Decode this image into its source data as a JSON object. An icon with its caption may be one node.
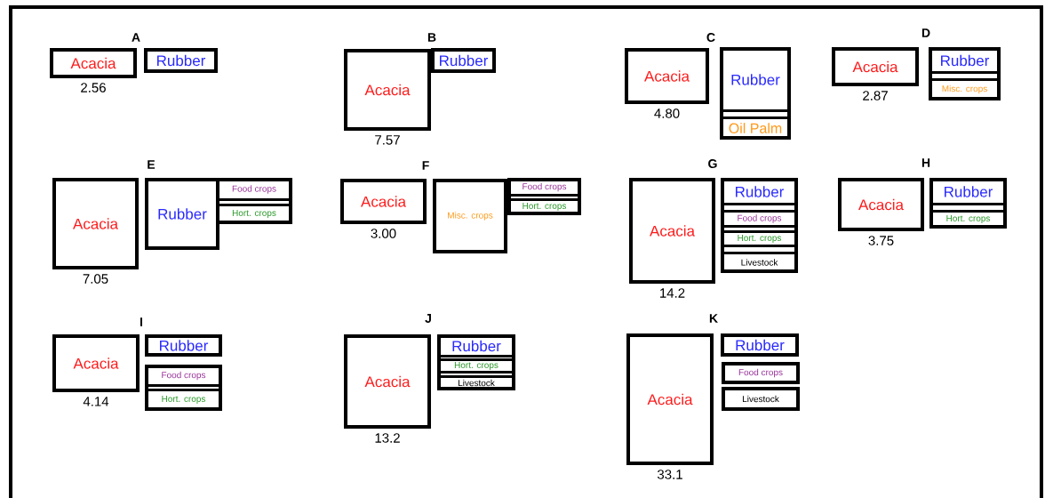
{
  "diagram": {
    "nodes": [
      {
        "text": [
          "Acacia"
        ],
        "beside": [
          "2.56"
        ]
      },
      {
        "text": [
          "Rubber"
        ]
      },
      {
        "text": [
          "Acacia"
        ],
        "beside": [
          "7.57"
        ]
      },
      {
        "text": [
          "Rubber"
        ]
      },
      {
        "text": [
          "Acacia"
        ],
        "beside": [
          "4.80"
        ]
      },
      {
        "text": [],
        "shape": "box"
      },
      {
        "text": [
          "Rubber"
        ],
        "in": 5
      },
      {
        "text": [
          "Oil Palm"
        ],
        "in": 5
      },
      {
        "text": [
          "Acacia"
        ],
        "beside": [
          "2.87"
        ]
      },
      {
        "text": [],
        "shape": "box"
      },
      {
        "text": [
          "Rubber"
        ],
        "in": 9
      },
      {
        "text": [
          "Misc. crops"
        ],
        "in": 9
      },
      {
        "text": [
          "Acacia"
        ],
        "beside": [
          "7.05"
        ]
      },
      {
        "text": [
          "Rubber"
        ]
      },
      {
        "text": [],
        "shape": "box"
      },
      {
        "text": [
          "Food crops"
        ],
        "in": 14
      },
      {
        "text": [
          "Hort. crops"
        ],
        "in": 14
      },
      {
        "text": [
          "Acacia"
        ],
        "beside": [
          "3.00"
        ]
      },
      {
        "text": [
          "Misc. crops"
        ]
      },
      {
        "text": [],
        "shape": "box"
      },
      {
        "text": [
          "Food crops"
        ],
        "in": 19
      },
      {
        "text": [
          "Hort. crops"
        ],
        "in": 19
      },
      {
        "text": [
          "Acacia"
        ],
        "beside": [
          "14.2"
        ]
      },
      {
        "text": [],
        "shape": "box"
      },
      {
        "text": [
          "Rubber"
        ],
        "in": 23
      },
      {
        "text": [
          "Food crops"
        ],
        "in": 23
      },
      {
        "text": [
          "Hort. crops"
        ],
        "in": 23
      },
      {
        "text": [
          "Livestock"
        ],
        "in": 23
      },
      {
        "text": [
          "Acacia"
        ],
        "beside": [
          "3.75"
        ]
      },
      {
        "text": [],
        "shape": "box"
      },
      {
        "text": [
          "Rubber"
        ],
        "in": 29
      },
      {
        "text": [
          "Hort. crops"
        ],
        "in": 29
      },
      {
        "text": [
          "Acacia"
        ],
        "beside": [
          "4.14"
        ]
      },
      {
        "text": [
          "Rubber"
        ]
      },
      {
        "text": [],
        "shape": "box"
      },
      {
        "text": [
          "Food crops"
        ],
        "in": 34
      },
      {
        "text": [
          "Hort. crops"
        ],
        "in": 34
      },
      {
        "text": [
          "Acacia"
        ],
        "beside": [
          "13.2"
        ]
      },
      {
        "text": [],
        "shape": "box"
      },
      {
        "text": [
          "Rubber"
        ],
        "in": 38
      },
      {
        "text": [
          "Hort. crops"
        ],
        "in": 38
      },
      {
        "text": [
          "Livestock"
        ],
        "in": 38
      },
      {
        "text": [
          "Acacia"
        ],
        "beside": [
          "33.1"
        ]
      },
      {
        "text": [
          "Rubber"
        ]
      },
      {
        "text": [
          "Food crops"
        ]
      },
      {
        "text": [
          "Livestock"
        ]
      }
    ],
    "labels": [
      "A",
      "B",
      "C",
      "D",
      "E",
      "F",
      "G",
      "H",
      "I",
      "J",
      "K"
    ]
  }
}
